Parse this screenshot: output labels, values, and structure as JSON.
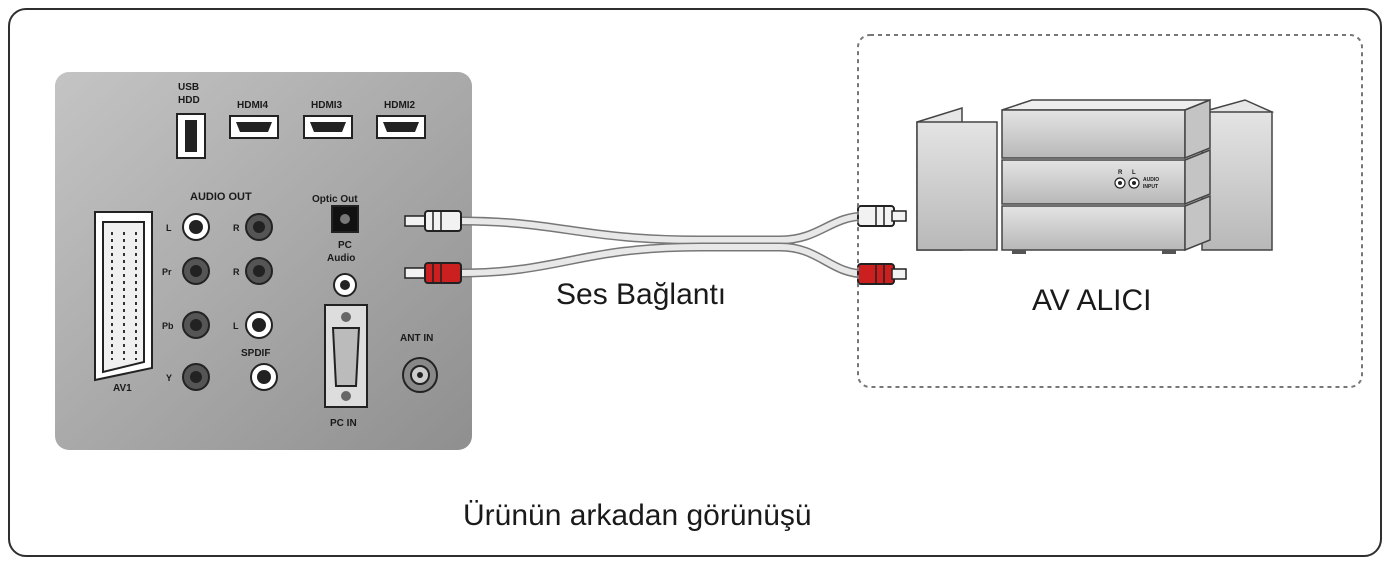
{
  "tv_panel": {
    "usb_label_line1": "USB",
    "usb_label_line2": "HDD",
    "hdmi4": "HDMI4",
    "hdmi3": "HDMI3",
    "hdmi2": "HDMI2",
    "audio_out": "AUDIO OUT",
    "optic_out": "Optic Out",
    "pc_audio_line1": "PC",
    "pc_audio_line2": "Audio",
    "av1": "AV1",
    "jack_l": "L",
    "jack_r": "R",
    "jack_pr": "Pr",
    "jack_r2": "R",
    "jack_pb": "Pb",
    "jack_l2": "L",
    "jack_y": "Y",
    "spdif": "SPDIF",
    "pc_in": "PC IN",
    "ant_in": "ANT IN"
  },
  "cable_label": "Ses Bağlantı",
  "receiver": {
    "label": "AV ALICI",
    "input_r": "R",
    "input_l": "L",
    "audio_input_line1": "AUDIO",
    "audio_input_line2": "INPUT"
  },
  "caption": "Ürünün arkadan görünüşü",
  "colors": {
    "frame": "#2f2f2f",
    "panel": "#a9a9a9",
    "plug_white": "#f2f2f2",
    "plug_red": "#cc1f1f",
    "receiver": "#d0d0d0"
  }
}
